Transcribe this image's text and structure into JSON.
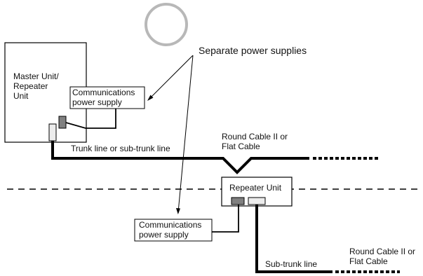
{
  "colors": {
    "line": "#000000",
    "circle": "#b8b8b8",
    "connector_dark": "#808080",
    "connector_light": "#d8d8d8",
    "background": "#ffffff"
  },
  "labels": {
    "separate_power_supplies": "Separate power supplies",
    "master_unit": [
      "Master Unit/",
      "Repeater",
      "Unit"
    ],
    "comm_power_supply_top": [
      "Communications",
      "power supply"
    ],
    "comm_power_supply_bottom": [
      "Communications",
      "power supply"
    ],
    "trunk_line": "Trunk line or sub-trunk line",
    "cable_top": [
      "Round Cable II or",
      "Flat Cable"
    ],
    "repeater_unit": "Repeater Unit",
    "sub_trunk_line": "Sub-trunk line",
    "cable_bottom": [
      "Round Cable II or",
      "Flat Cable"
    ]
  }
}
